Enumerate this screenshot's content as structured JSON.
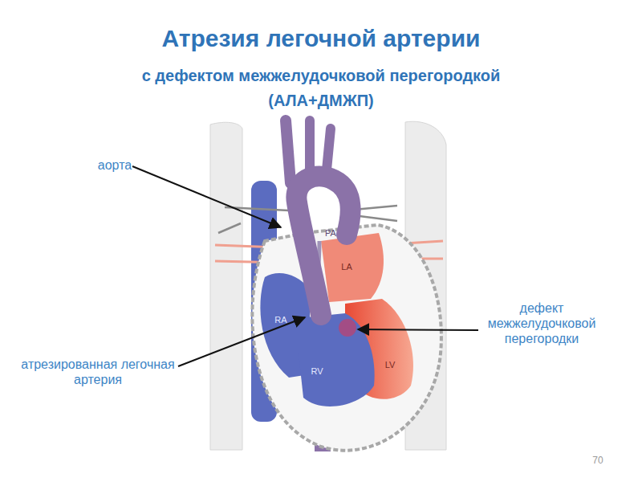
{
  "diagram": {
    "title": "Атрезия легочной артерии",
    "labels": [
      "с дефектом межжелудочковой перегородкой",
      "(АЛА+ДМЖП)",
      "аорта",
      "атрезированная легочная артерия",
      "дефект межжелудочковой перегородки",
      "PA",
      "LA",
      "RA",
      "RV",
      "LV",
      "70"
    ]
  }
}
